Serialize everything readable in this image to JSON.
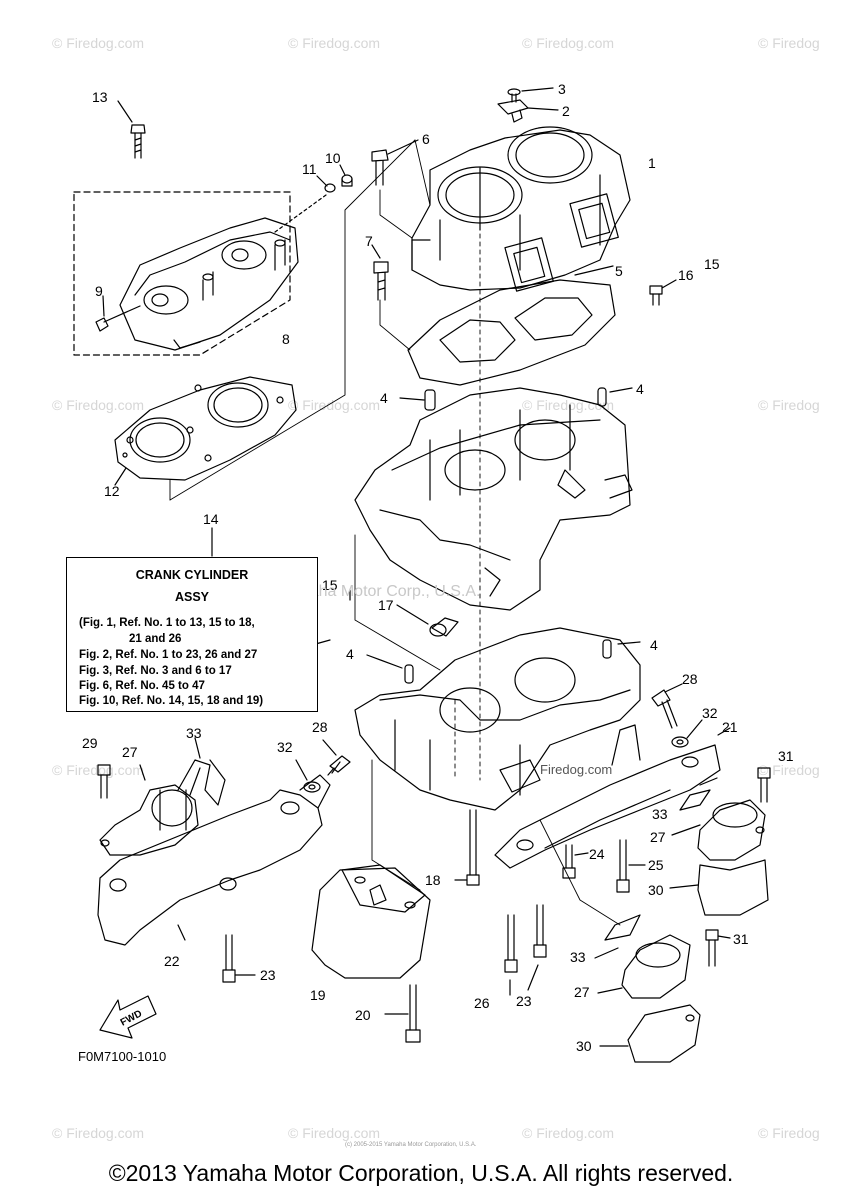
{
  "watermarks": {
    "text": "© Firedog.com",
    "text_short": "© Firedog"
  },
  "center_mark": "Yamaha Motor Corp., U.S.A.",
  "inline_mark": "Firedog.com",
  "spec_box": {
    "title": "CRANK CYLINDER",
    "subtitle": "ASSY",
    "lines": [
      "(Fig. 1, Ref. No. 1 to 13, 15 to 18,",
      "21 and 26",
      "Fig. 2, Ref. No. 1 to 23, 26 and 27",
      "Fig. 3, Ref. No. 3 and 6 to 17",
      "Fig. 6, Ref. No. 45 to 47",
      "Fig. 10, Ref. No. 14, 15, 18 and 19)"
    ]
  },
  "callouts": {
    "c1": "1",
    "c2": "2",
    "c3": "3",
    "c4a": "4",
    "c4b": "4",
    "c4c": "4",
    "c4d": "4",
    "c5": "5",
    "c6": "6",
    "c7": "7",
    "c8": "8",
    "c9": "9",
    "c10": "10",
    "c11": "11",
    "c12": "12",
    "c13": "13",
    "c14": "14",
    "c15a": "15",
    "c15b": "15",
    "c16": "16",
    "c17": "17",
    "c18": "18",
    "c19": "19",
    "c20": "20",
    "c21": "21",
    "c22": "22",
    "c23a": "23",
    "c23b": "23",
    "c24": "24",
    "c25": "25",
    "c26": "26",
    "c27a": "27",
    "c27b": "27",
    "c27c": "27",
    "c28a": "28",
    "c28b": "28",
    "c29": "29",
    "c30a": "30",
    "c30b": "30",
    "c31a": "31",
    "c31b": "31",
    "c32a": "32",
    "c32b": "32",
    "c33a": "33",
    "c33b": "33",
    "c33c": "33"
  },
  "fwd_label": "FWD",
  "figure_code": "F0M7100-1010",
  "tiny_note": "(c) 2005-2015 Yamaha Motor Corporation, U.S.A.",
  "copyright": "©2013 Yamaha Motor Corporation, U.S.A. All rights reserved.",
  "colors": {
    "ink": "#000000",
    "watermark": "#d6d6d6",
    "background": "#ffffff"
  }
}
